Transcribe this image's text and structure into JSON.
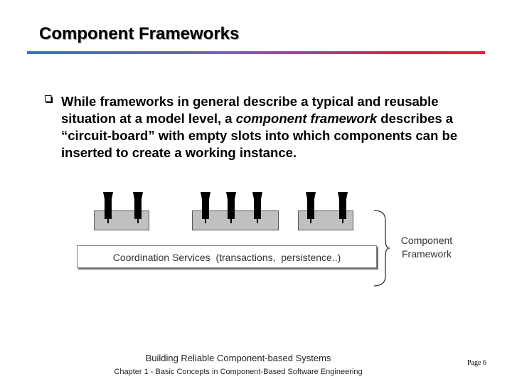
{
  "slide": {
    "title": "Component Frameworks",
    "bullet": {
      "part1": "While frameworks in general describe a typical and reusable situation at a model level, a ",
      "emphasis": "component framework",
      "part2": " describes a “circuit-board” with empty slots into which components can be inserted to create a working instance."
    }
  },
  "diagram": {
    "coordination_label": "Coordination Services  (transactions,  persistence..)",
    "framework_label_line1": "Component",
    "framework_label_line2": "Framework"
  },
  "footer": {
    "line1": "Building Reliable Component-based Systems",
    "line2": "Chapter 1 -  Basic Concepts in Component-Based Software Engineering",
    "page": "Page 6"
  },
  "colors": {
    "rule_start": "#3a6fd8",
    "rule_end": "#e8203c",
    "board": "#c0c0c0",
    "component": "#000000"
  }
}
